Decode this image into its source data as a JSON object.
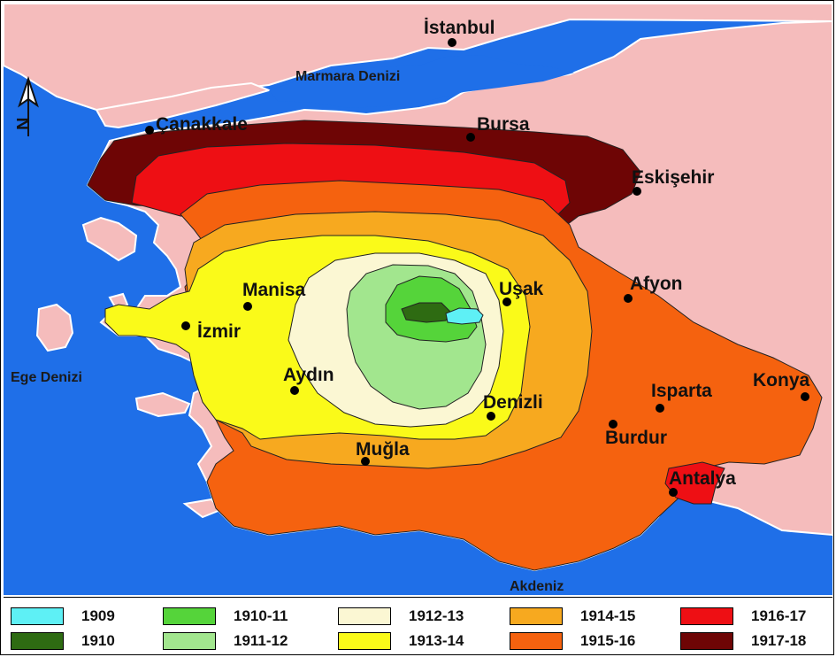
{
  "map": {
    "seas": {
      "marmara": "Marmara Denizi",
      "ege": "Ege Denizi",
      "akdeniz": "Akdeniz"
    },
    "cities": {
      "istanbul": "İstanbul",
      "canakkale": "Çanakkale",
      "bursa": "Bursa",
      "eskisehir": "Eskişehir",
      "manisa": "Manisa",
      "usak": "Uşak",
      "afyon": "Afyon",
      "izmir": "İzmir",
      "aydin": "Aydın",
      "denizli": "Denizli",
      "isparta": "Isparta",
      "konya": "Konya",
      "burdur": "Burdur",
      "mugla": "Muğla",
      "antalya": "Antalya"
    },
    "north_arrow_letter": "N",
    "colors": {
      "sea": "#1f6fe8",
      "land": "#f5bcbc",
      "coast": "#ffffff"
    }
  },
  "legend": [
    {
      "label": "1909",
      "color": "#5ef0f5"
    },
    {
      "label": "1910",
      "color": "#2e6b12"
    },
    {
      "label": "1910-11",
      "color": "#55d43a"
    },
    {
      "label": "1911-12",
      "color": "#a2e68e"
    },
    {
      "label": "1912-13",
      "color": "#fbf7d3"
    },
    {
      "label": "1913-14",
      "color": "#fafa19"
    },
    {
      "label": "1914-15",
      "color": "#f7a91f"
    },
    {
      "label": "1915-16",
      "color": "#f5620f"
    },
    {
      "label": "1916-17",
      "color": "#ee0f14"
    },
    {
      "label": "1917-18",
      "color": "#6e0505"
    }
  ]
}
